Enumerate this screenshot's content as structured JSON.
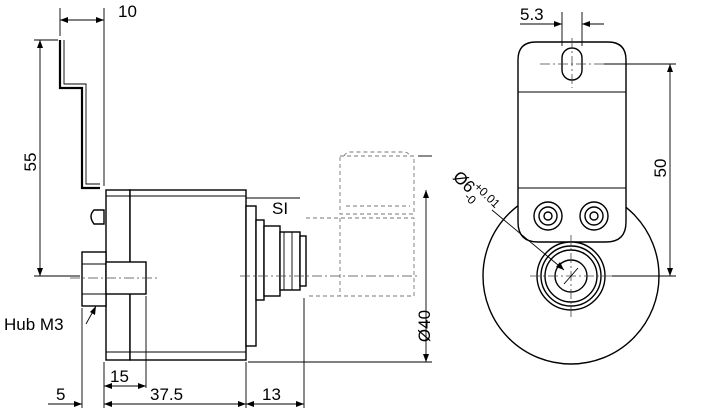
{
  "dimensions": {
    "top_width": "10",
    "bracket_height": "55",
    "hole_offset": "5.3",
    "bracket_length": "50",
    "shaft_diameter": "Ø6",
    "shaft_tol_upper": "+0.01",
    "shaft_tol_lower": "-0",
    "body_diameter": "Ø40",
    "dim_5": "5",
    "dim_15": "15",
    "dim_37_5": "37.5",
    "dim_13": "13"
  },
  "labels": {
    "si": "SI",
    "hub": "Hub M3"
  }
}
